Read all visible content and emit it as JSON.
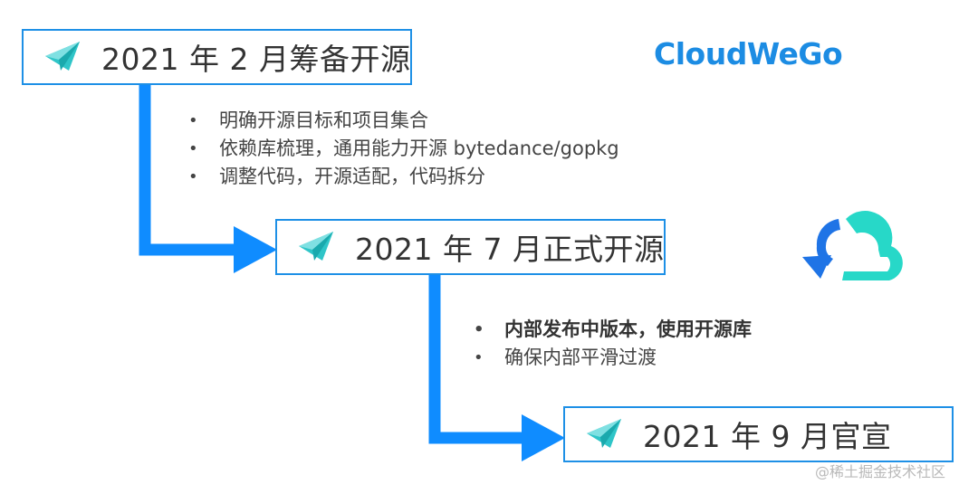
{
  "stages": [
    {
      "label": "2021 年 2 月筹备开源",
      "bullets": [
        {
          "text": "明确开源目标和项目集合",
          "bold": false
        },
        {
          "text": "依赖库梳理，通用能力开源 bytedance/gopkg",
          "bold": false
        },
        {
          "text": "调整代码，开源适配，代码拆分",
          "bold": false
        }
      ]
    },
    {
      "label": "2021 年 7 月正式开源",
      "bullets": [
        {
          "text": "内部发布中版本，使用开源库",
          "bold": true
        },
        {
          "text": "确保内部平滑过渡",
          "bold": false
        }
      ]
    },
    {
      "label": "2021 年 9 月官宣",
      "bullets": []
    }
  ],
  "bullet_symbol": "•",
  "brand": "CloudWeGo",
  "watermark": "@稀土掘金技术社区",
  "icons": {
    "stage": "paper-plane-icon",
    "logo": "cloudwego-cloud-logo-icon"
  },
  "colors": {
    "border": "#1e90e6",
    "arrow": "#0f8cff",
    "plane": "#2fc5c8",
    "brand": "#1c8ce3",
    "logo_blue": "#1f74e6",
    "logo_teal": "#27d8c8"
  }
}
